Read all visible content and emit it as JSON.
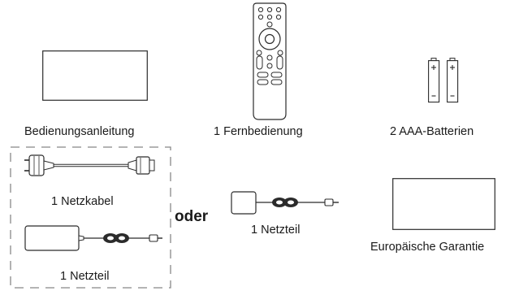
{
  "items": {
    "manual": {
      "label": "Bedienungsanleitung",
      "icon": "manual-sheet-icon"
    },
    "remote": {
      "label": "1 Fernbedienung",
      "icon": "remote-control-icon"
    },
    "batteries": {
      "label": "2 AAA-Batterien",
      "icon": "battery-icon"
    },
    "power_cable": {
      "label": "1 Netzkabel",
      "icon": "power-cable-icon"
    },
    "power_adapter_large": {
      "label": "1 Netzteil",
      "icon": "power-adapter-icon"
    },
    "power_adapter_small": {
      "label": "1 Netzteil",
      "icon": "power-adapter-icon"
    },
    "warranty": {
      "label": "Europäische Garantie",
      "icon": "warranty-card-icon"
    }
  },
  "separator": {
    "label": "oder"
  },
  "colors": {
    "line": "#2b2b2b",
    "dash_border": "#888888",
    "text": "#1a1a1a"
  }
}
